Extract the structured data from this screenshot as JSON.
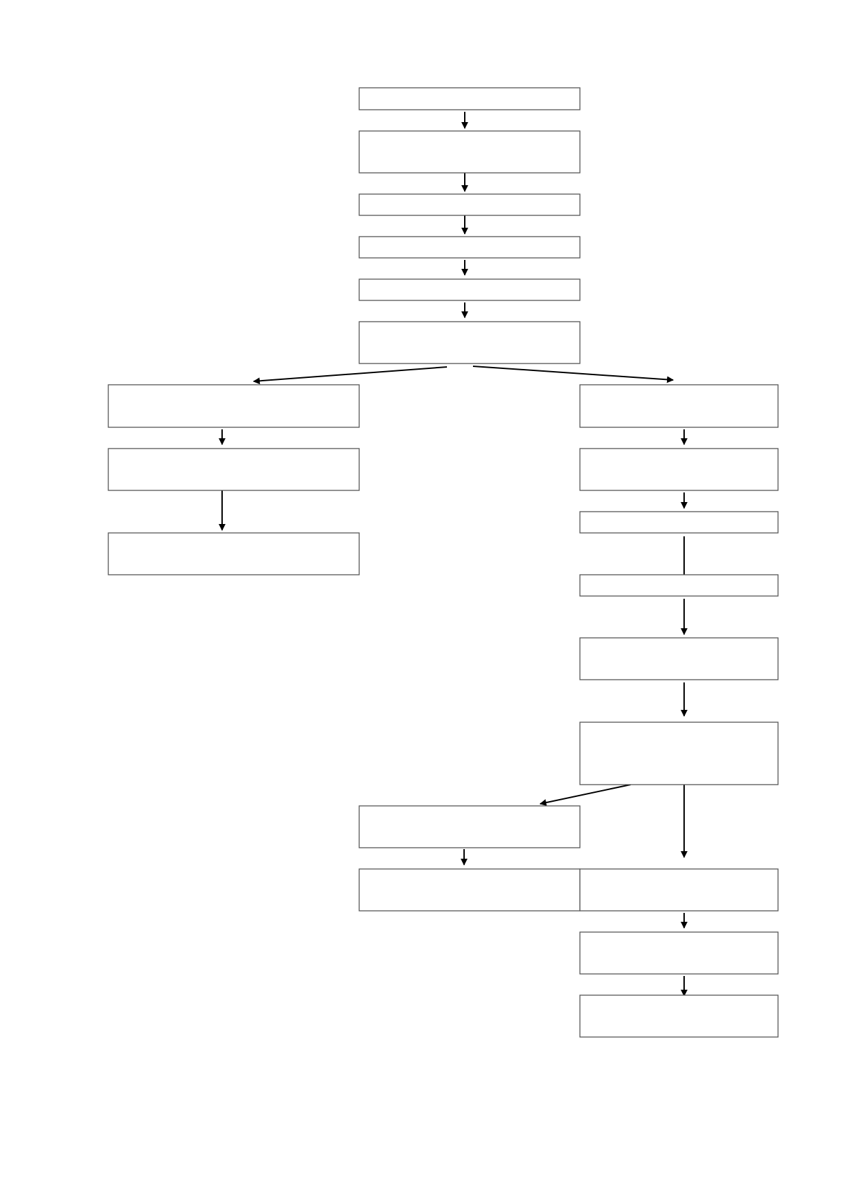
{
  "diagram": {
    "nodes": [
      {
        "id": "n1",
        "label": ""
      },
      {
        "id": "n2",
        "label": ""
      },
      {
        "id": "n3",
        "label": ""
      },
      {
        "id": "n4",
        "label": ""
      },
      {
        "id": "n5",
        "label": ""
      },
      {
        "id": "n6",
        "label": ""
      },
      {
        "id": "l1",
        "label": ""
      },
      {
        "id": "l2",
        "label": ""
      },
      {
        "id": "l3",
        "label": ""
      },
      {
        "id": "r1",
        "label": ""
      },
      {
        "id": "r2",
        "label": ""
      },
      {
        "id": "r3",
        "label": ""
      },
      {
        "id": "r4",
        "label": ""
      },
      {
        "id": "r5",
        "label": ""
      },
      {
        "id": "r6",
        "label": ""
      },
      {
        "id": "m1",
        "label": ""
      },
      {
        "id": "m2",
        "label": ""
      },
      {
        "id": "r7",
        "label": ""
      },
      {
        "id": "r8",
        "label": ""
      },
      {
        "id": "r9",
        "label": ""
      }
    ],
    "edges": [
      {
        "from": "n1",
        "to": "n2"
      },
      {
        "from": "n2",
        "to": "n3"
      },
      {
        "from": "n3",
        "to": "n4"
      },
      {
        "from": "n4",
        "to": "n5"
      },
      {
        "from": "n5",
        "to": "n6"
      },
      {
        "from": "n6",
        "to": "l1"
      },
      {
        "from": "n6",
        "to": "r1"
      },
      {
        "from": "l1",
        "to": "l2"
      },
      {
        "from": "l2",
        "to": "l3"
      },
      {
        "from": "r1",
        "to": "r2"
      },
      {
        "from": "r2",
        "to": "r3"
      },
      {
        "from": "r3",
        "to": "r4"
      },
      {
        "from": "r4",
        "to": "r5"
      },
      {
        "from": "r5",
        "to": "r6"
      },
      {
        "from": "r6",
        "to": "m1"
      },
      {
        "from": "r6",
        "to": "r7"
      },
      {
        "from": "m1",
        "to": "m2"
      },
      {
        "from": "r7",
        "to": "r8"
      },
      {
        "from": "r8",
        "to": "r9"
      }
    ]
  }
}
